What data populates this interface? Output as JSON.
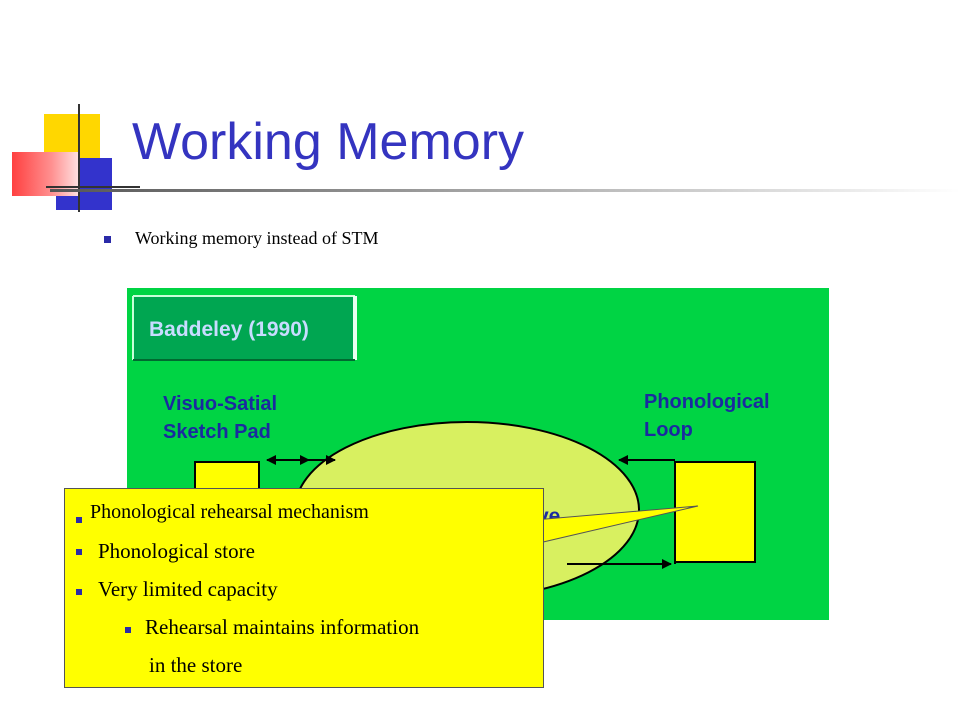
{
  "slide": {
    "title": "Working Memory",
    "bullets": [
      "Working memory instead of STM"
    ]
  },
  "diagram": {
    "badge": "Baddeley (1990)",
    "left_label": [
      "Visuo-Satial",
      "Sketch Pad"
    ],
    "right_label": [
      "Phonological",
      "Loop"
    ],
    "center_partial": "ve",
    "colors": {
      "background": "#00d444",
      "badge_bg": "#00a651",
      "ellipse": "#d8f060",
      "box": "#ffff00",
      "label": "#1a2aa0"
    }
  },
  "callout": {
    "items": [
      {
        "text": "Phonological rehearsal mechanism",
        "level": 1
      },
      {
        "text": "Phonological store",
        "level": 1
      },
      {
        "text": "Very limited capacity",
        "level": 1
      },
      {
        "text": "Rehearsal maintains information",
        "level": 2
      },
      {
        "text": "in the store",
        "level": 3
      }
    ]
  }
}
